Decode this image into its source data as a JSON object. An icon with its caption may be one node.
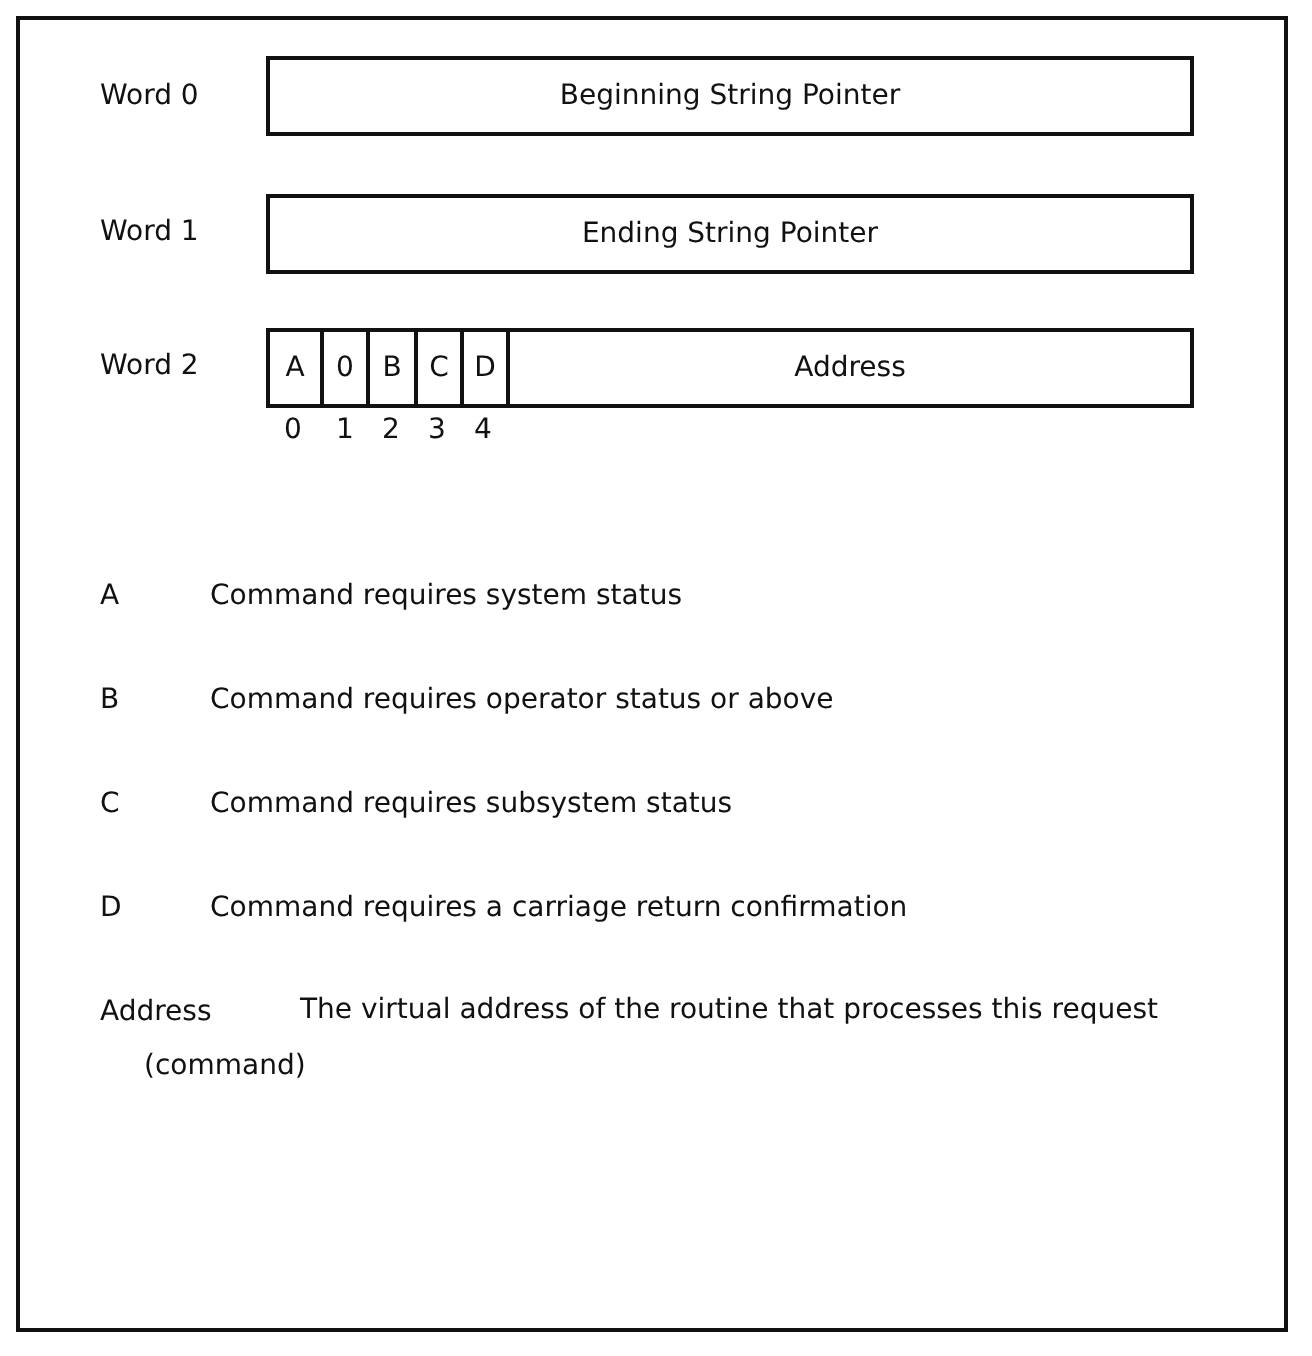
{
  "diagram": {
    "nodes": [
      {
        "text": [
          "Beginning String Pointer"
        ]
      },
      {
        "text": [
          "Ending String Pointer"
        ]
      },
      {
        "text": [
          "A"
        ]
      },
      {
        "text": [
          "0"
        ]
      },
      {
        "text": [
          "B"
        ]
      },
      {
        "text": [
          "C"
        ]
      },
      {
        "text": [
          "D"
        ]
      },
      {
        "text": [
          "Address"
        ]
      }
    ],
    "labels": [
      "Word 0",
      "Word 1",
      "Word 2",
      "0",
      "1",
      "2",
      "3",
      "4",
      "A",
      "Command requires system status",
      "B",
      "Command requires operator status or above",
      "C",
      "Command requires subsystem status",
      "D",
      "Command requires a carriage return confirmation",
      "Address",
      "The virtual address of the routine that processes this request (command)"
    ]
  }
}
